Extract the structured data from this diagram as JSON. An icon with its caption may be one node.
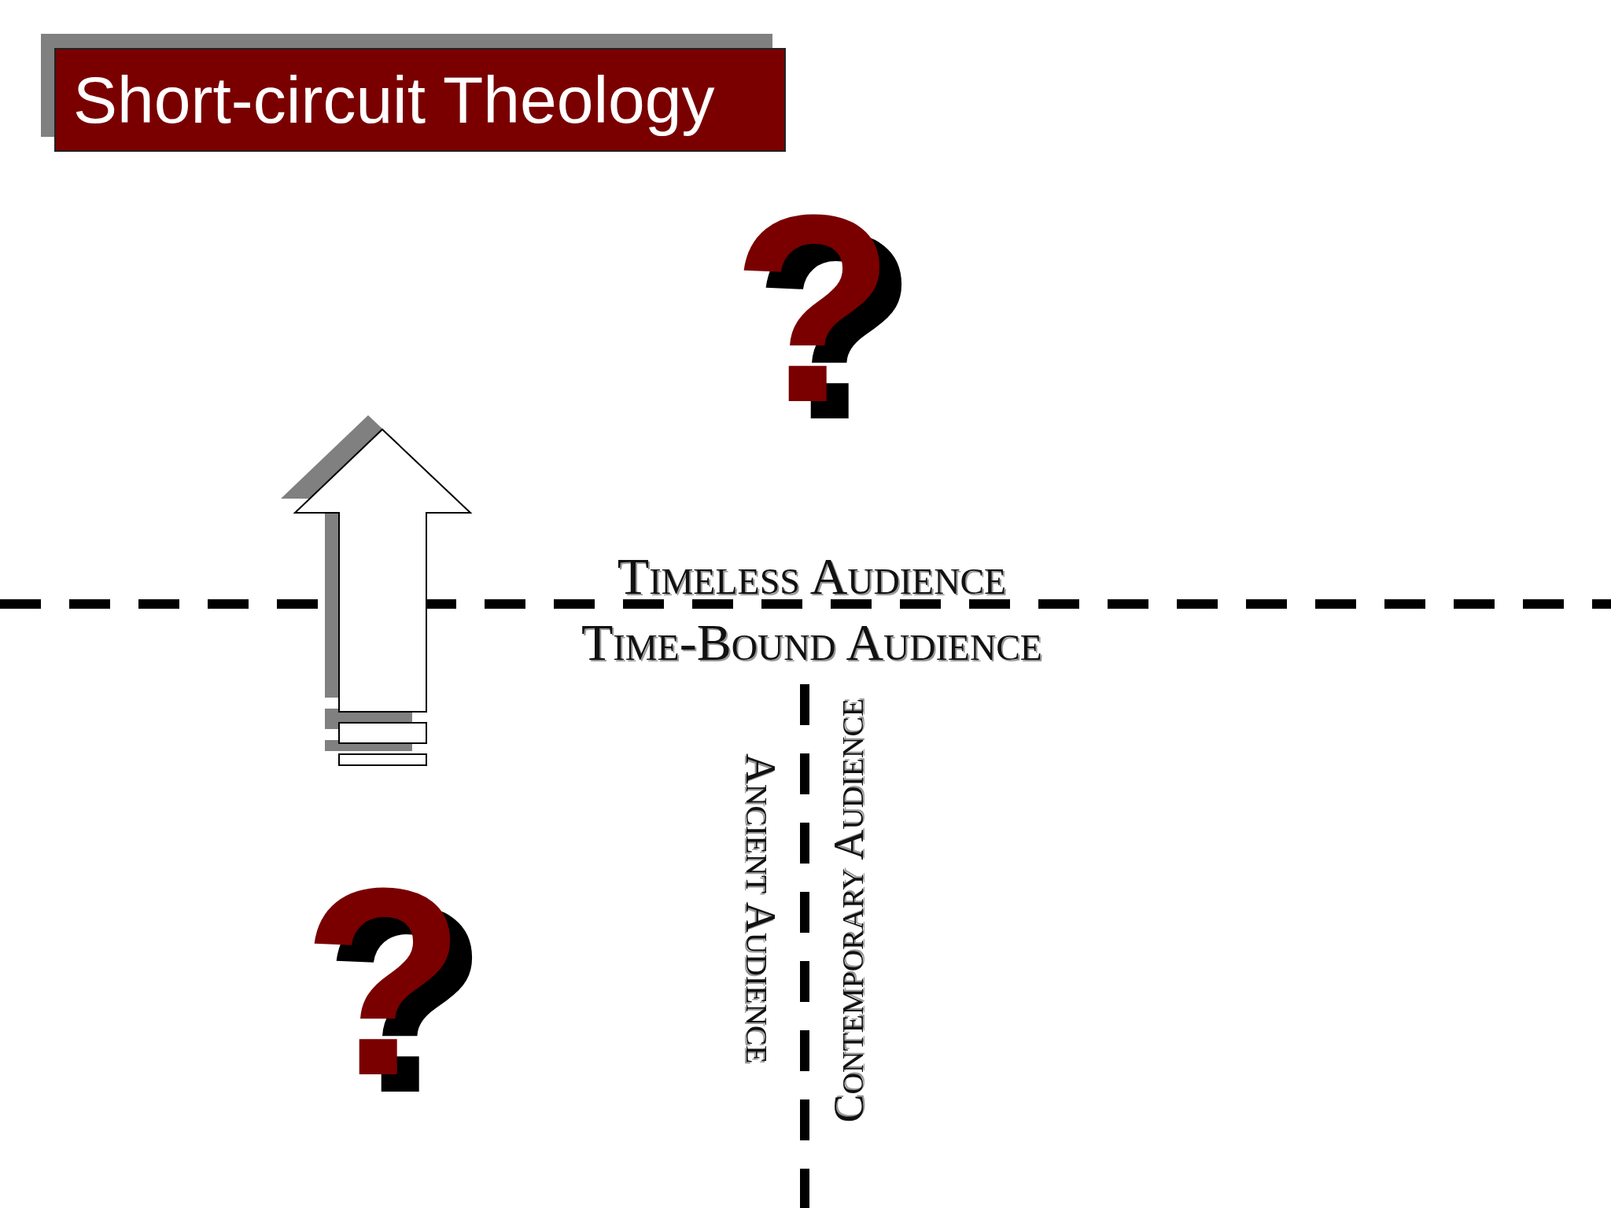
{
  "diagram": {
    "title": "Short-circuit Theology",
    "labels": [
      "?",
      "Timeless Audience",
      "Time-Bound Audience",
      "?",
      "Ancient Audience",
      "Contemporary Audience"
    ]
  }
}
